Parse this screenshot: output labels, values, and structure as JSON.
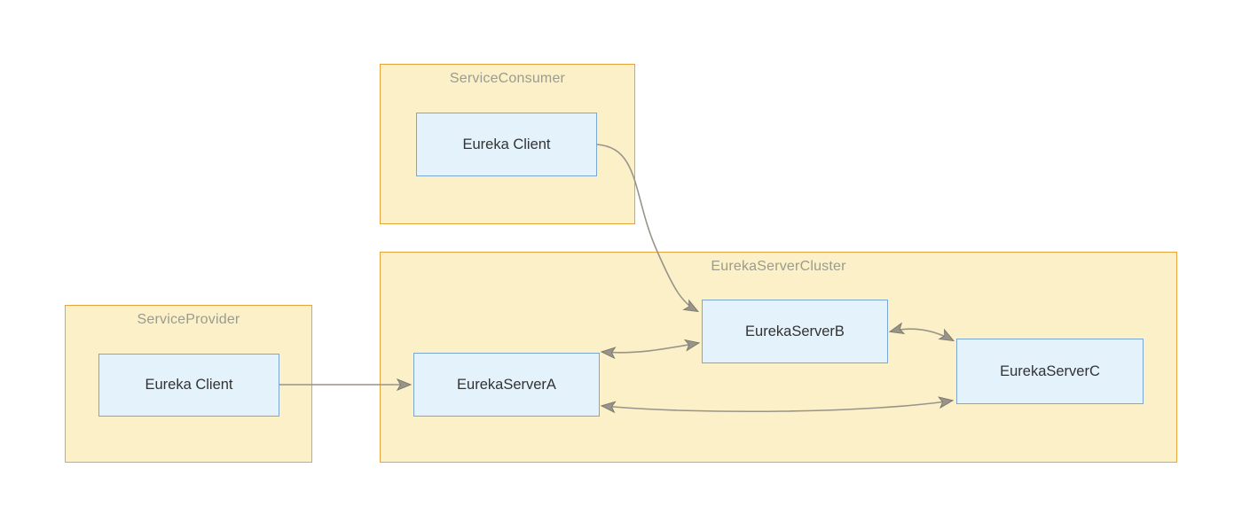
{
  "diagram": {
    "type": "flowchart",
    "containers": [
      {
        "id": "service-consumer",
        "label": "ServiceConsumer"
      },
      {
        "id": "service-provider",
        "label": "ServiceProvider"
      },
      {
        "id": "eureka-server-cluster",
        "label": "EurekaServerCluster"
      }
    ],
    "nodes": [
      {
        "id": "consumer-eureka-client",
        "label": "Eureka Client",
        "container": "ServiceConsumer"
      },
      {
        "id": "provider-eureka-client",
        "label": "Eureka Client",
        "container": "ServiceProvider"
      },
      {
        "id": "eureka-server-a",
        "label": "EurekaServerA",
        "container": "EurekaServerCluster"
      },
      {
        "id": "eureka-server-b",
        "label": "EurekaServerB",
        "container": "EurekaServerCluster"
      },
      {
        "id": "eureka-server-c",
        "label": "EurekaServerC",
        "container": "EurekaServerCluster"
      }
    ],
    "edges": [
      {
        "from": "consumer-eureka-client",
        "to": "eureka-server-b",
        "direction": "one-way"
      },
      {
        "from": "provider-eureka-client",
        "to": "eureka-server-a",
        "direction": "one-way"
      },
      {
        "from": "eureka-server-a",
        "to": "eureka-server-b",
        "direction": "two-way"
      },
      {
        "from": "eureka-server-b",
        "to": "eureka-server-c",
        "direction": "two-way"
      },
      {
        "from": "eureka-server-a",
        "to": "eureka-server-c",
        "direction": "two-way"
      }
    ],
    "colors": {
      "container_fill": "#fbf0c7",
      "container_border": "#e9a33b",
      "container_title_text": "#9b9b8e",
      "node_fill": "#e4f2fc",
      "node_border": "#7aa6d6",
      "node_text": "#333333",
      "edge": "#98948a",
      "background": "#ffffff"
    }
  }
}
